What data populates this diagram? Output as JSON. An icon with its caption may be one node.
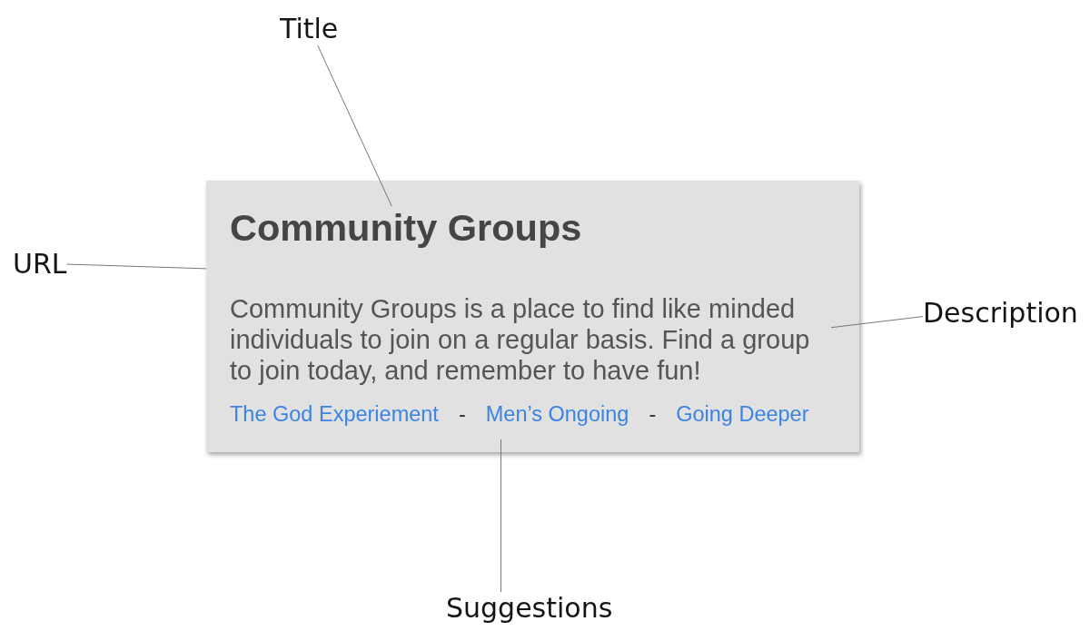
{
  "diagram": {
    "nodes": [
      {
        "text": [
          "Title"
        ]
      },
      {
        "text": [],
        "shape": "box"
      },
      {
        "text": [
          "Community Groups"
        ],
        "in": 1
      },
      {
        "text": [
          "Community Groups is a place to find like minded individuals to join on a regular basis. Find a group to join today, and remember to have fun!"
        ],
        "in": 1
      },
      {
        "text": [
          "The God Experiement",
          "-",
          "Men’s Ongoing",
          "-",
          "Going Deeper"
        ],
        "in": 1
      },
      {
        "text": [
          "URL"
        ]
      },
      {
        "text": [
          "Description"
        ]
      },
      {
        "text": [
          "Suggestions"
        ]
      }
    ],
    "edges": [
      {
        "from": 0,
        "to": 2,
        "arrow": "none"
      },
      {
        "from": 5,
        "to": 1,
        "arrow": "none"
      },
      {
        "from": 6,
        "to": 3,
        "arrow": "none"
      },
      {
        "from": 7,
        "to": 4,
        "arrow": "none"
      }
    ]
  }
}
